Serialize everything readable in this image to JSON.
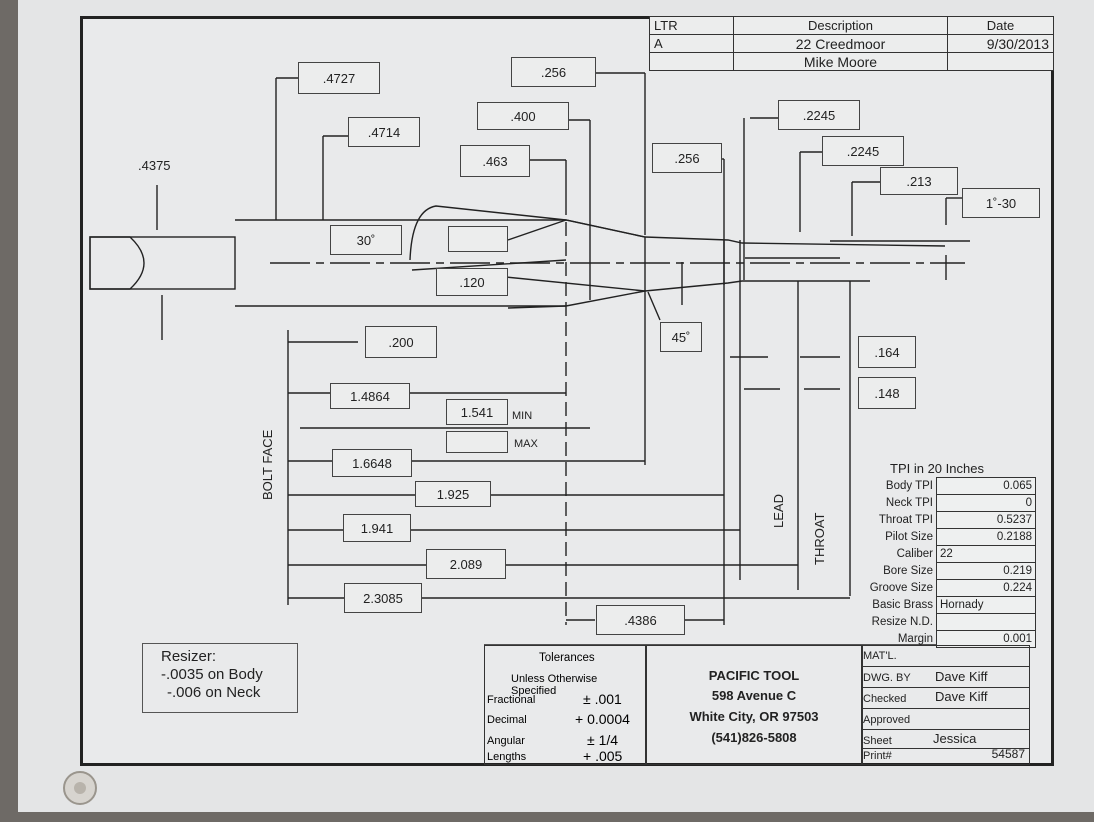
{
  "revision_block": {
    "headers": [
      "LTR",
      "Description",
      "Date"
    ],
    "rows": [
      [
        "A",
        "22 Creedmoor",
        "9/30/2013"
      ],
      [
        "",
        "Mike Moore",
        ""
      ]
    ]
  },
  "dimensions": {
    "d_4375": ".4375",
    "d_4727": ".4727",
    "d_4714": ".4714",
    "d_256_top": ".256",
    "d_400": ".400",
    "d_463": ".463",
    "d_256_neck": ".256",
    "d_2245_a": ".2245",
    "d_2245_b": ".2245",
    "d_213": ".213",
    "d_1_30": "1˚-30",
    "d_30": "30˚",
    "d_120": ".120",
    "d_45": "45˚",
    "d_200": ".200",
    "d_164": ".164",
    "d_148": ".148",
    "d_14864": "1.4864",
    "d_1541": "1.541",
    "min": "MIN",
    "max": "MAX",
    "d_16648": "1.6648",
    "d_1925": "1.925",
    "d_1941": "1.941",
    "d_2089": "2.089",
    "d_23085": "2.3085",
    "d_4386": ".4386",
    "bolt_face": "BOLT FACE",
    "lead": "LEAD",
    "throat": "THROAT"
  },
  "tpi_table": {
    "title": "TPI in 20 Inches",
    "rows": [
      {
        "key": "Body TPI",
        "value": "0.065"
      },
      {
        "key": "Neck TPI",
        "value": "0"
      },
      {
        "key": "Throat TPI",
        "value": "0.5237"
      },
      {
        "key": "Pilot Size",
        "value": "0.2188"
      },
      {
        "key": "Caliber",
        "value": "22"
      },
      {
        "key": "Bore Size",
        "value": "0.219"
      },
      {
        "key": "Groove Size",
        "value": "0.224"
      },
      {
        "key": "Basic Brass",
        "value": "Hornady"
      },
      {
        "key": "Resize N.D.",
        "value": ""
      },
      {
        "key": "Margin",
        "value": "0.001"
      }
    ]
  },
  "resizer": {
    "title": "Resizer:",
    "line1": "-.0035 on Body",
    "line2": "-.006 on Neck"
  },
  "tolerances": {
    "title": "Tolerances",
    "subtitle": "Unless Otherwise Specified",
    "rows": [
      {
        "key": "Fractional",
        "value": "± .001"
      },
      {
        "key": "Decimal",
        "value": "+ 0.0004"
      },
      {
        "key": "Angular",
        "value": "± 1/4"
      },
      {
        "key": "Lengths",
        "value": "+ .005"
      }
    ]
  },
  "maker": {
    "name": "PACIFIC TOOL",
    "address": "598 Avenue C",
    "city": "White City, OR 97503",
    "phone": "(541)826-5808"
  },
  "signoff": {
    "matl": "MAT'L.",
    "dwg_by_label": "DWG. BY",
    "dwg_by": "Dave Kiff",
    "checked_label": "Checked",
    "checked": "Dave Kiff",
    "approved_label": "Approved",
    "sheet_label": "Sheet",
    "sheet": "Jessica",
    "print_label": "Print#",
    "print": "54587"
  }
}
